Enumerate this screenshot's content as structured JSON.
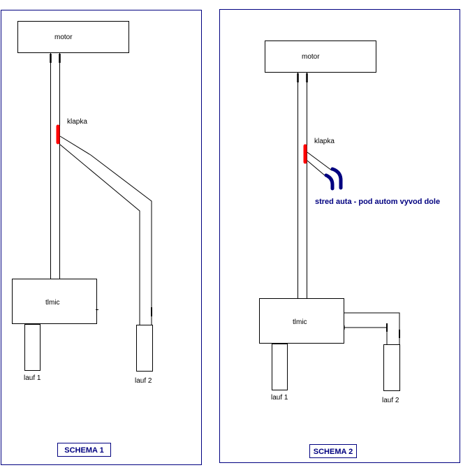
{
  "schema1": {
    "caption": "SCHEMA 1",
    "motor": "motor",
    "valve": "klapka",
    "muffler": "tlmic",
    "pipe1": "lauf 1",
    "pipe2": "lauf 2"
  },
  "schema2": {
    "caption": "SCHEMA 2",
    "motor": "motor",
    "valve": "klapka",
    "muffler": "tlmic",
    "pipe1": "lauf 1",
    "pipe2": "lauf 2",
    "note": "stred auta - pod autom vyvod dole"
  },
  "colors": {
    "panel_border": "#000080",
    "valve": "#ff0000",
    "outlet": "#000080",
    "text": "#000000"
  }
}
